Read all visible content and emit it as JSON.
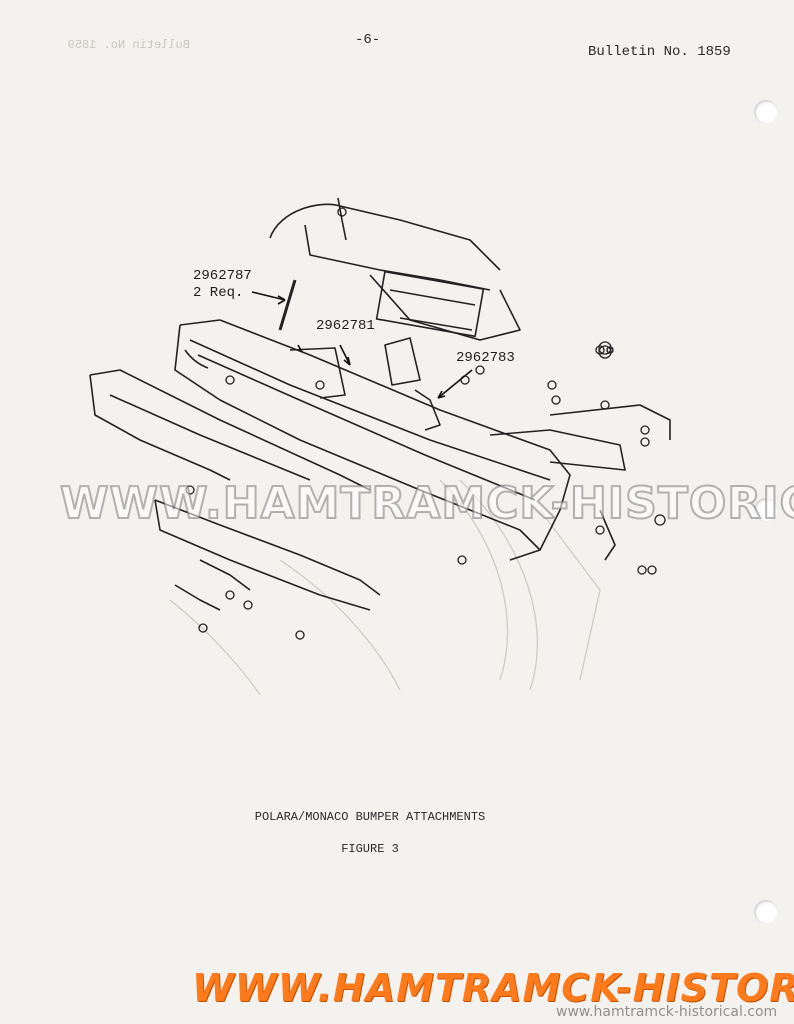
{
  "header": {
    "page_number": "-6-",
    "bulletin": "Bulletin No. 1859"
  },
  "figure": {
    "labels": {
      "part_1": "2962787",
      "part_1_qty": "2 Req.",
      "part_2": "2962781",
      "part_3": "2962783"
    },
    "caption": "POLARA/MONACO BUMPER ATTACHMENTS",
    "number": "FIGURE 3"
  },
  "watermarks": {
    "middle": "WWW.HAMTRAMCK-HISTORICAL.COM",
    "bottom": "WWW.HAMTRAMCK-HISTORICAL.COM",
    "bottom_small": "www.hamtramck-historical.com",
    "colors": {
      "bottom": "#ff7a1a",
      "middle_stroke": "#787878"
    }
  },
  "bleed_through": {
    "text_1": "Bulletin No. 1859"
  }
}
